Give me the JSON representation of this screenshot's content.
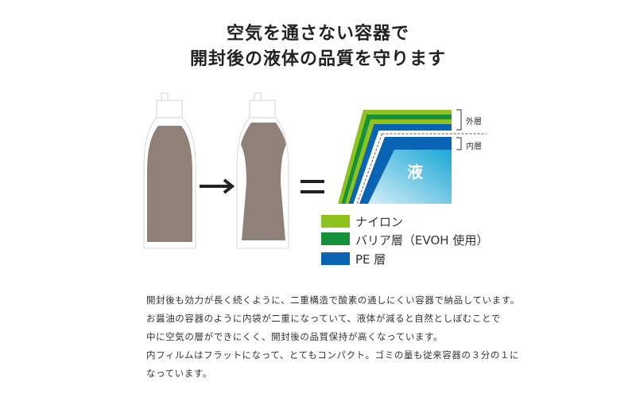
{
  "title": {
    "line1": "空気を通さない容器で",
    "line2": "開封後の液体の品質を守ります"
  },
  "diagram": {
    "outer_label": "外層",
    "inner_label": "内層",
    "liquid_label": "液",
    "legend": [
      {
        "label": "ナイロン",
        "color": "#8dc21f"
      },
      {
        "label": "バリア層（EVOH 使用）",
        "color": "#179139"
      },
      {
        "label": "PE 層",
        "color": "#0a64b4"
      }
    ]
  },
  "description": [
    "開封後も効力が長く続くように、二重構造で酸素の通しにくい容器で納品しています。",
    "お醤油の容器のように内袋が二重になっていて、液体が減ると自然としぼむことで",
    "中に空気の層ができにくく、開封後の品質保持が高くなっています。",
    "内フィルムはフラットになって、とてもコンパクト。ゴミの量も従来容器の３分の１に",
    "なっています。"
  ]
}
